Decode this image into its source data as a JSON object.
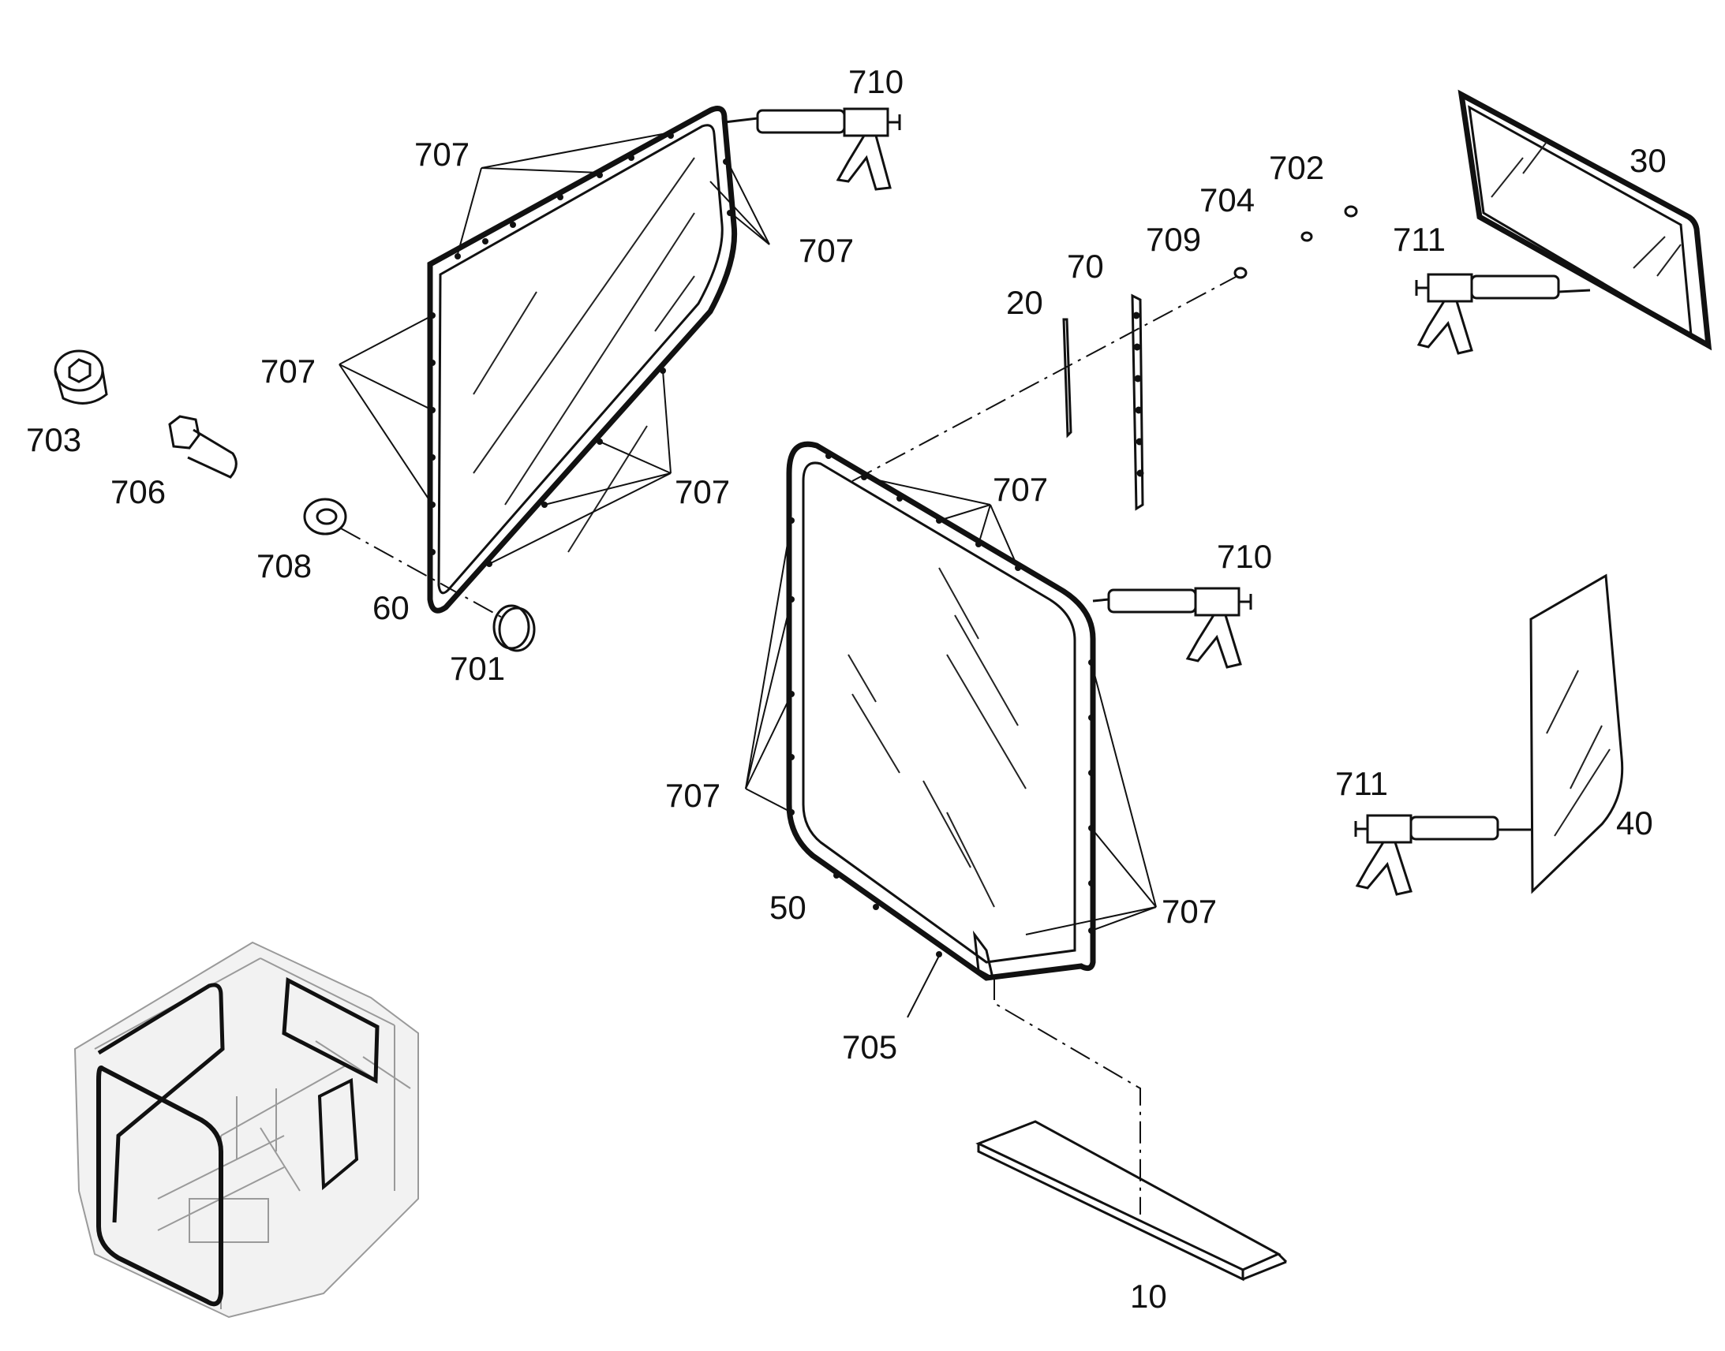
{
  "colors": {
    "line": "#111111",
    "ghost": "#9a9a9a",
    "background": "#ffffff"
  },
  "labels": {
    "l710a": "710",
    "l707a": "707",
    "l707b": "707",
    "l707c": "707",
    "l707d": "707",
    "l707e": "707",
    "l707f": "707",
    "l707g": "707",
    "l703": "703",
    "l706": "706",
    "l708": "708",
    "l60": "60",
    "l701": "701",
    "l702": "702",
    "l704": "704",
    "l709": "709",
    "l70": "70",
    "l20": "20",
    "l30": "30",
    "l711a": "711",
    "l710b": "710",
    "l711b": "711",
    "l40": "40",
    "l50": "50",
    "l705": "705",
    "l10": "10"
  }
}
